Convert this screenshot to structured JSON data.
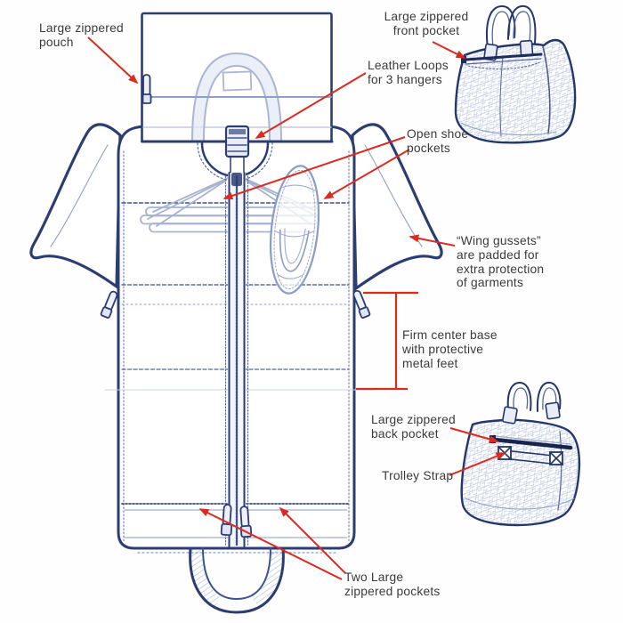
{
  "figure": {
    "description": "Garment bag feature diagram with two folded duffel views",
    "colors": {
      "ink": "#2c3d72",
      "ink_light": "#54679c",
      "ghost": "#a8b3ce",
      "arrow_red": "#da2b20",
      "text": "#3a3a3a"
    }
  },
  "annotations": {
    "pouch": {
      "lines": [
        "Large zippered",
        "pouch"
      ]
    },
    "front_pocket": {
      "lines": [
        "Large zippered",
        "front pocket"
      ]
    },
    "leather_loops": {
      "lines": [
        "Leather Loops",
        "for 3 hangers"
      ]
    },
    "shoe_pockets": {
      "lines": [
        "Open shoe",
        "pockets"
      ]
    },
    "wing_gussets": {
      "lines": [
        "“Wing gussets”",
        "are padded for",
        "extra protection",
        "of garments"
      ]
    },
    "center_base": {
      "lines": [
        "Firm center base",
        "with protective",
        "metal feet"
      ]
    },
    "back_pocket": {
      "lines": [
        "Large zippered",
        "back pocket"
      ]
    },
    "trolley_strap": {
      "lines": [
        "Trolley Strap"
      ]
    },
    "two_pockets": {
      "lines": [
        "Two Large",
        "zippered pockets"
      ]
    }
  }
}
